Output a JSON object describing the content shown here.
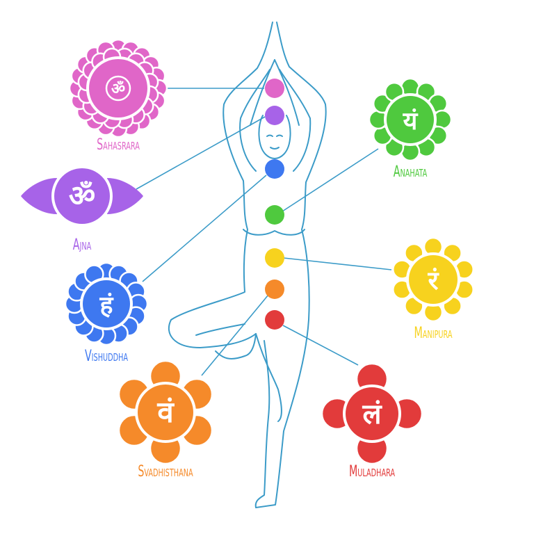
{
  "line_color": "#3b9bc8",
  "body_color": "#3b9bc8",
  "chakras": [
    {
      "name": "Sahasrara",
      "syllable": "ॐ",
      "color": "#e066c8",
      "dot_color": "#e066c8",
      "petal_style": "lotus-thousand"
    },
    {
      "name": "Ajna",
      "syllable": "ॐ",
      "color": "#a763e8",
      "dot_color": "#a763e8",
      "petal_style": "two-petal"
    },
    {
      "name": "Vishuddha",
      "syllable": "हं",
      "color": "#3e78f0",
      "dot_color": "#3e78f0",
      "petal_style": "sixteen-petal"
    },
    {
      "name": "Anahata",
      "syllable": "यं",
      "color": "#4fc93e",
      "dot_color": "#4fc93e",
      "petal_style": "twelve-petal"
    },
    {
      "name": "Manipura",
      "syllable": "रं",
      "color": "#f7d21e",
      "dot_color": "#f7d21e",
      "petal_style": "ten-petal"
    },
    {
      "name": "Svadhisthana",
      "syllable": "वं",
      "color": "#f58a2a",
      "dot_color": "#f58a2a",
      "petal_style": "six-petal"
    },
    {
      "name": "Muladhara",
      "syllable": "लं",
      "color": "#e23b3b",
      "dot_color": "#e23b3b",
      "petal_style": "four-petal"
    }
  ]
}
